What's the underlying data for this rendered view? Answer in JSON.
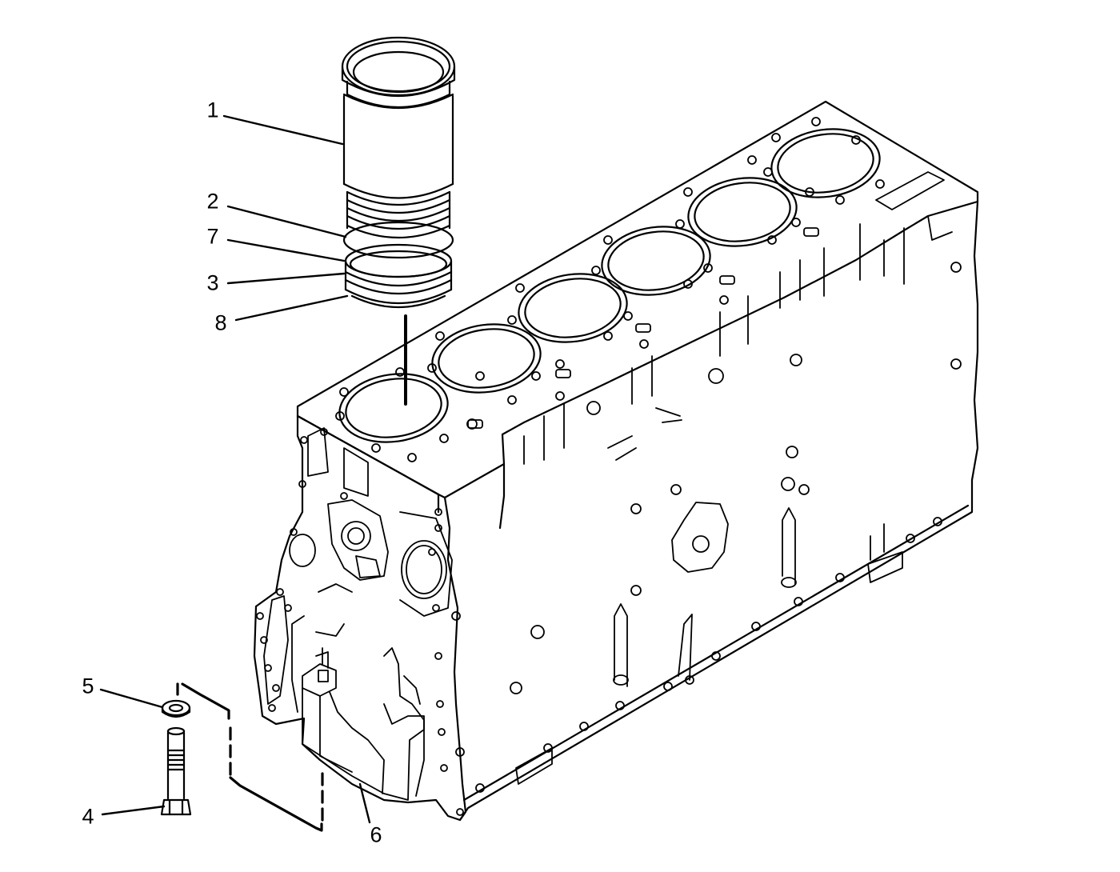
{
  "callouts": [
    {
      "id": "1",
      "label": "1"
    },
    {
      "id": "2",
      "label": "2"
    },
    {
      "id": "7",
      "label": "7"
    },
    {
      "id": "3",
      "label": "3"
    },
    {
      "id": "8",
      "label": "8"
    },
    {
      "id": "5",
      "label": "5"
    },
    {
      "id": "4",
      "label": "4"
    },
    {
      "id": "6",
      "label": "6"
    }
  ],
  "colors": {
    "line": "#000000",
    "background": "#ffffff"
  }
}
